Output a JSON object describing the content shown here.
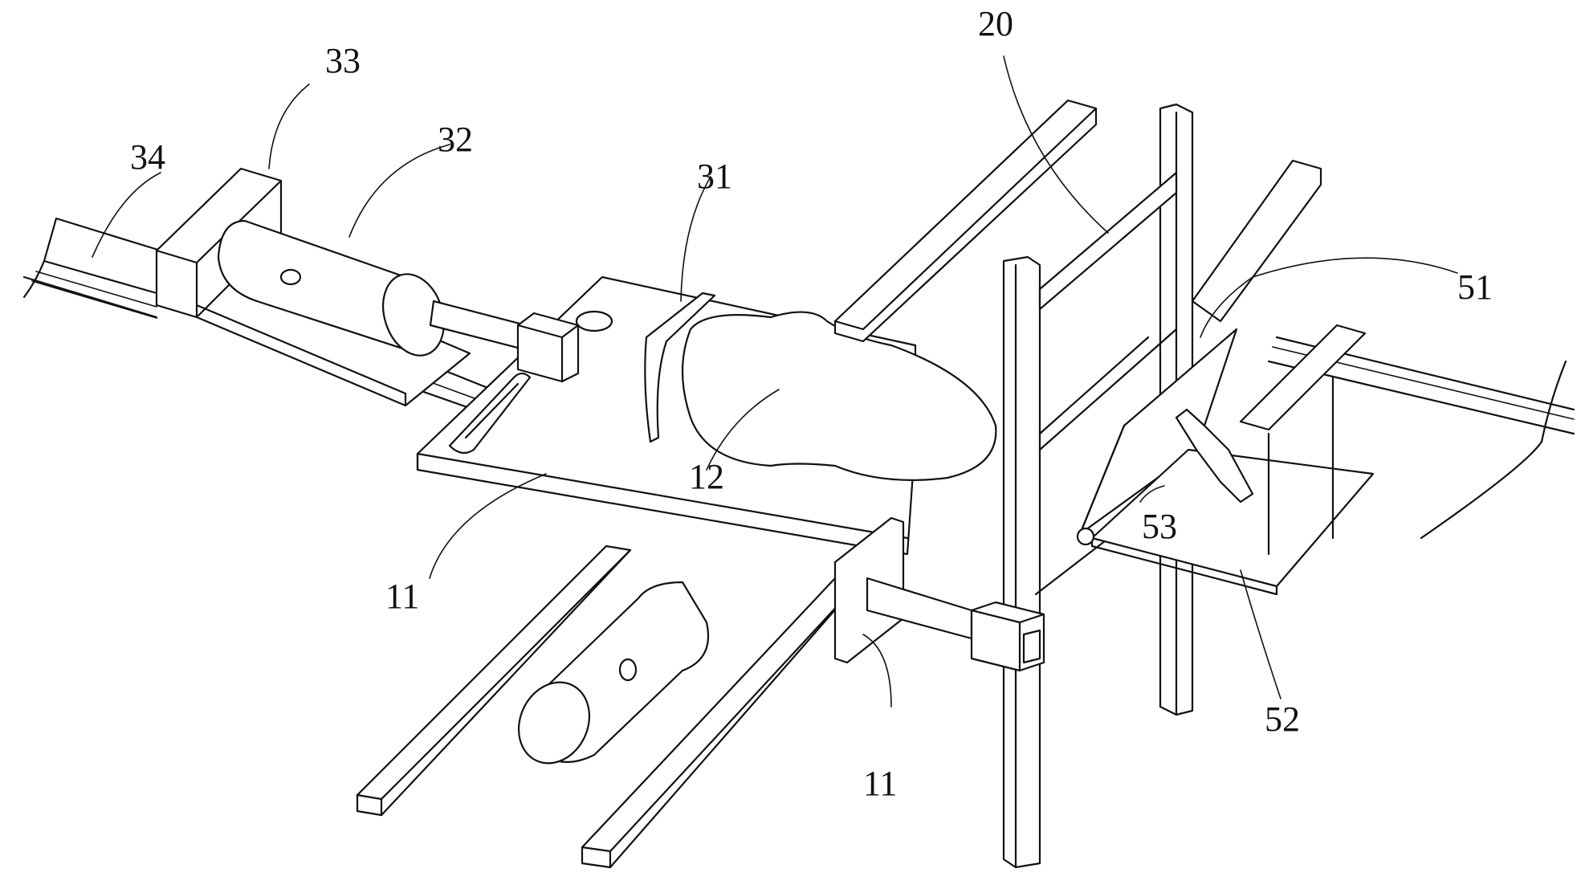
{
  "labels": {
    "l33": "33",
    "l34": "34",
    "l32": "32",
    "l31": "31",
    "l20": "20",
    "l51": "51",
    "l12": "12",
    "l53": "53",
    "l11a": "11",
    "l11b": "11",
    "l52": "52"
  },
  "colors": {
    "line": "#111111",
    "background": "#ffffff"
  }
}
